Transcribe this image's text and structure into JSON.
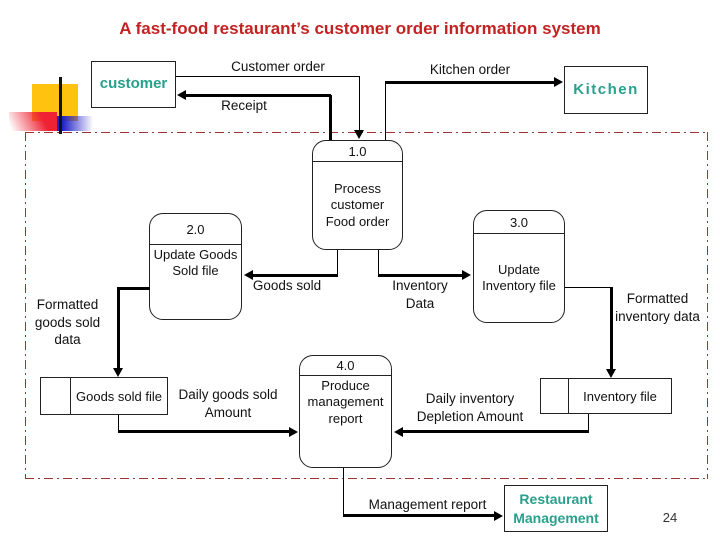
{
  "slide": {
    "title": "A fast-food restaurant’s customer order information system",
    "page_number": "24",
    "colors": {
      "title_red": "#c32222",
      "entity_teal": "#28a08c",
      "boundary_red": "#9c3434",
      "line_black": "#000000",
      "decor_yellow": "#ffc20e",
      "decor_red": "#ee2233",
      "decor_blue": "#2323c8"
    }
  },
  "entities": {
    "customer": {
      "label": "customer"
    },
    "kitchen": {
      "label": "Kitchen"
    },
    "restaurant_management": {
      "label": "Restaurant Management"
    }
  },
  "processes": {
    "p1": {
      "number": "1.0",
      "name": "Process customer Food order"
    },
    "p2": {
      "number": "2.0",
      "name": "Update Goods Sold file"
    },
    "p3": {
      "number": "3.0",
      "name": "Update Inventory file"
    },
    "p4": {
      "number": "4.0",
      "name": "Produce management report"
    }
  },
  "data_stores": {
    "goods_sold_file": {
      "label": "Goods sold file"
    },
    "inventory_file": {
      "label": "Inventory file"
    }
  },
  "flows": {
    "customer_order": "Customer order",
    "kitchen_order": "Kitchen order",
    "receipt": "Receipt",
    "goods_sold": "Goods sold",
    "inventory_data": "Inventory Data",
    "formatted_goods_sold_data": "Formatted goods sold data",
    "formatted_inventory_data": "Formatted inventory data",
    "daily_goods_sold_amount": "Daily goods sold Amount",
    "daily_inventory_depletion_amount": "Daily inventory Depletion Amount",
    "management_report": "Management report"
  }
}
